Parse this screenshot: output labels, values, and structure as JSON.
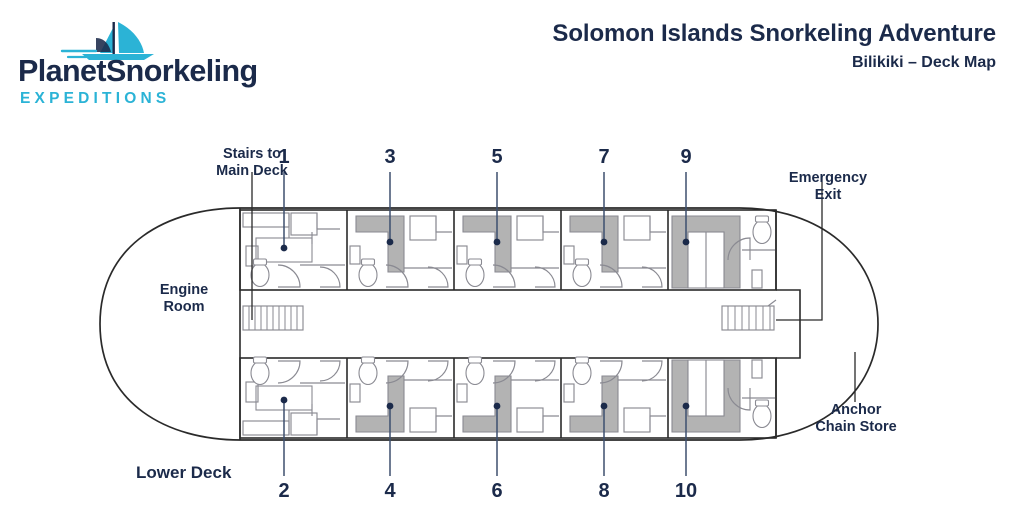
{
  "brand": {
    "name_part1": "Planet",
    "name_part2": "Snorkeling",
    "tagline": "EXPEDITIONS",
    "logo_icon": "sailboat-icon",
    "dark_color": "#1b2a4a",
    "accent_color": "#2bb3d6"
  },
  "header": {
    "title": "Solomon Islands Snorkeling Adventure",
    "subtitle": "Bilikiki – Deck Map"
  },
  "map": {
    "deck_name": "Lower Deck",
    "labels": {
      "engine_room": "Engine\nRoom",
      "stairs_to_main_deck": "Stairs to\nMain Deck",
      "emergency_exit": "Emergency\nExit",
      "anchor_chain_store": "Anchor\nChain Store"
    },
    "cabins_top": [
      "1",
      "3",
      "5",
      "7",
      "9"
    ],
    "cabins_bottom": [
      "2",
      "4",
      "6",
      "8",
      "10"
    ],
    "colors": {
      "outline": "#2a2a2a",
      "interior_line": "#8a8a92",
      "cabin_fill_shaded": "#b3b3b3",
      "leader_line": "#3d4f6e",
      "dot": "#1b2a4a"
    }
  }
}
